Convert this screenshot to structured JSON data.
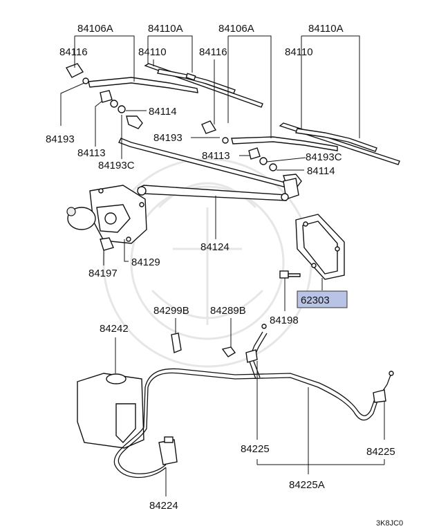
{
  "labels": {
    "l84106A_1": "84106A",
    "l84110A_1": "84110A",
    "l84106A_2": "84106A",
    "l84110A_2": "84110A",
    "l84116_1": "84116",
    "l84110_1": "84110",
    "l84116_2": "84116",
    "l84110_2": "84110",
    "l84114_1": "84114",
    "l84193_1": "84193",
    "l84193_2": "84193",
    "l84113_1": "84113",
    "l84193C_1": "84193C",
    "l84113_2": "84113",
    "l84193C_2": "84193C",
    "l84114_2": "84114",
    "l84124": "84124",
    "l84129": "84129",
    "l84197": "84197",
    "l62303": "62303",
    "l84198": "84198",
    "l84299B": "84299B",
    "l84289B": "84289B",
    "l84242": "84242",
    "l84225_1": "84225",
    "l84225_2": "84225",
    "l84225A": "84225A",
    "l84224": "84224"
  },
  "code": "3K8JC0",
  "highlight_color": "#b9c3e6"
}
